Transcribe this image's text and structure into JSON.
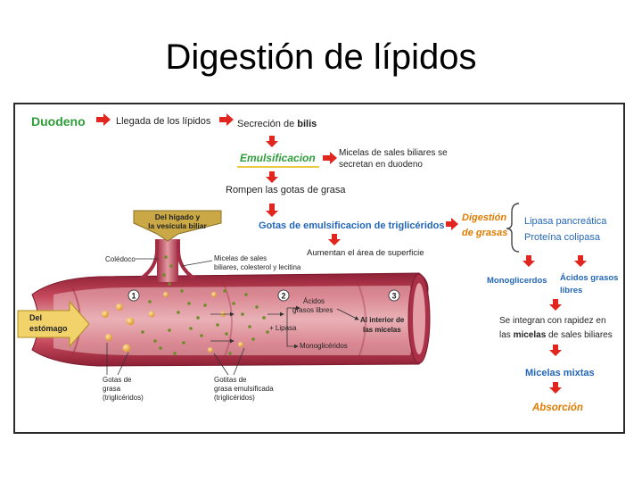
{
  "slide": {
    "title": "Digestión de lípidos"
  },
  "flow": {
    "duodeno": "Duodeno",
    "llegada": "Llegada de los lípidos",
    "secrecion_pre": "Secreción de ",
    "secrecion_bold": "bilis",
    "emulsificacion": "Emulsificacion",
    "micelas_sales_1": "Micelas de sales biliares se",
    "micelas_sales_2": "secretan en duodeno",
    "rompen": "Rompen las gotas de grasa",
    "gotas_pre": "Gotas de emulsificacion ",
    "gotas_bold": "de triglicéridos",
    "aumentan": "Aumentan el área de superficie",
    "digestion_1": "Digestión",
    "digestion_2": "de grasas",
    "lipasa": "Lipasa pancreática",
    "colipasa": "Proteína colipasa",
    "monogliceridos": "Monoglicerdos",
    "acidos_1": "Ácidos grasos",
    "acidos_2": "libres",
    "integran_1": "Se integran con rapidez en",
    "integran_2a": "las ",
    "integran_2b": "micelas",
    "integran_2c": " de sales biliares",
    "micelas_mixtas": "Micelas  mixtas",
    "absorcion": "Absorción"
  },
  "illustration": {
    "higado_1": "Del hígado y",
    "higado_2": "la vesícula biliar",
    "coledoco": "Colédoco",
    "micelas_1": "Micelas de sales",
    "micelas_2": "biliares, colesterol y lecitina",
    "estomago_1": "Del",
    "estomago_2": "estómago",
    "step_1": "1",
    "step_2": "2",
    "step_3": "3",
    "acidos_1": "Ácidos",
    "acidos_2": "grasos libres",
    "lipasa": "+ Lipasa",
    "interior_1": "Al interior de",
    "interior_2": "las micelas",
    "mono": "Monoglicéridos",
    "gotas_1": "Gotas de",
    "gotas_2": "grasa",
    "gotas_3": "(triglicéridos)",
    "gotitas_1": "Gotitas de",
    "gotitas_2": "grasa emulsificada",
    "gotitas_3": "(triglicéridos)"
  },
  "colors": {
    "arrow_red": "#e0261f",
    "green_title": "#2f9e3a",
    "blue_label": "#2466b8",
    "orange_label": "#e07b00",
    "intestine": "#b8394e"
  }
}
